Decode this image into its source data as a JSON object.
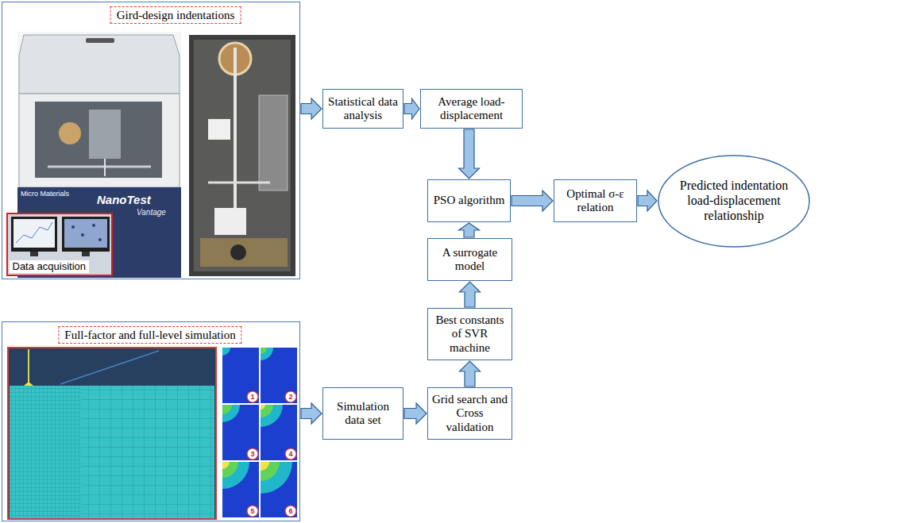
{
  "diagram": {
    "nodes": [
      {
        "text": [
          "Gird-design indentations"
        ]
      },
      {
        "text": [
          "Data acquisition"
        ],
        "in": 0
      },
      {
        "text": [
          "Statistical data analysis"
        ]
      },
      {
        "text": [
          "Average load-displacement"
        ]
      },
      {
        "text": [
          "PSO algorithm"
        ]
      },
      {
        "text": [
          "Optimal σ-ε relation"
        ]
      },
      {
        "text": [
          "Predicted indentation load-displacement relationship"
        ]
      },
      {
        "text": [
          "A surrogate model"
        ]
      },
      {
        "text": [
          "Best constants of SVR machine"
        ]
      },
      {
        "text": [
          "Grid search and Cross validation"
        ]
      },
      {
        "text": [
          "Full-factor and full-level simulation"
        ]
      },
      {
        "text": [
          "Simulation data set"
        ]
      }
    ],
    "edges": [
      {
        "from": 0,
        "to": 2,
        "arrow": "to"
      },
      {
        "from": 2,
        "to": 3,
        "arrow": "to"
      },
      {
        "from": 3,
        "to": 4,
        "arrow": "to"
      },
      {
        "from": 4,
        "to": 5,
        "arrow": "to"
      },
      {
        "from": 5,
        "to": 6,
        "arrow": "to"
      },
      {
        "from": 10,
        "to": 11,
        "arrow": "to"
      },
      {
        "from": 11,
        "to": 9,
        "arrow": "to"
      },
      {
        "from": 9,
        "to": 8,
        "arrow": "to"
      },
      {
        "from": 8,
        "to": 7,
        "arrow": "to"
      },
      {
        "from": 7,
        "to": 4,
        "arrow": "to"
      }
    ],
    "labels": [
      "Micro Materials",
      "NanoTest",
      "Vantage",
      "1",
      "2",
      "3",
      "4",
      "5",
      "6"
    ]
  }
}
